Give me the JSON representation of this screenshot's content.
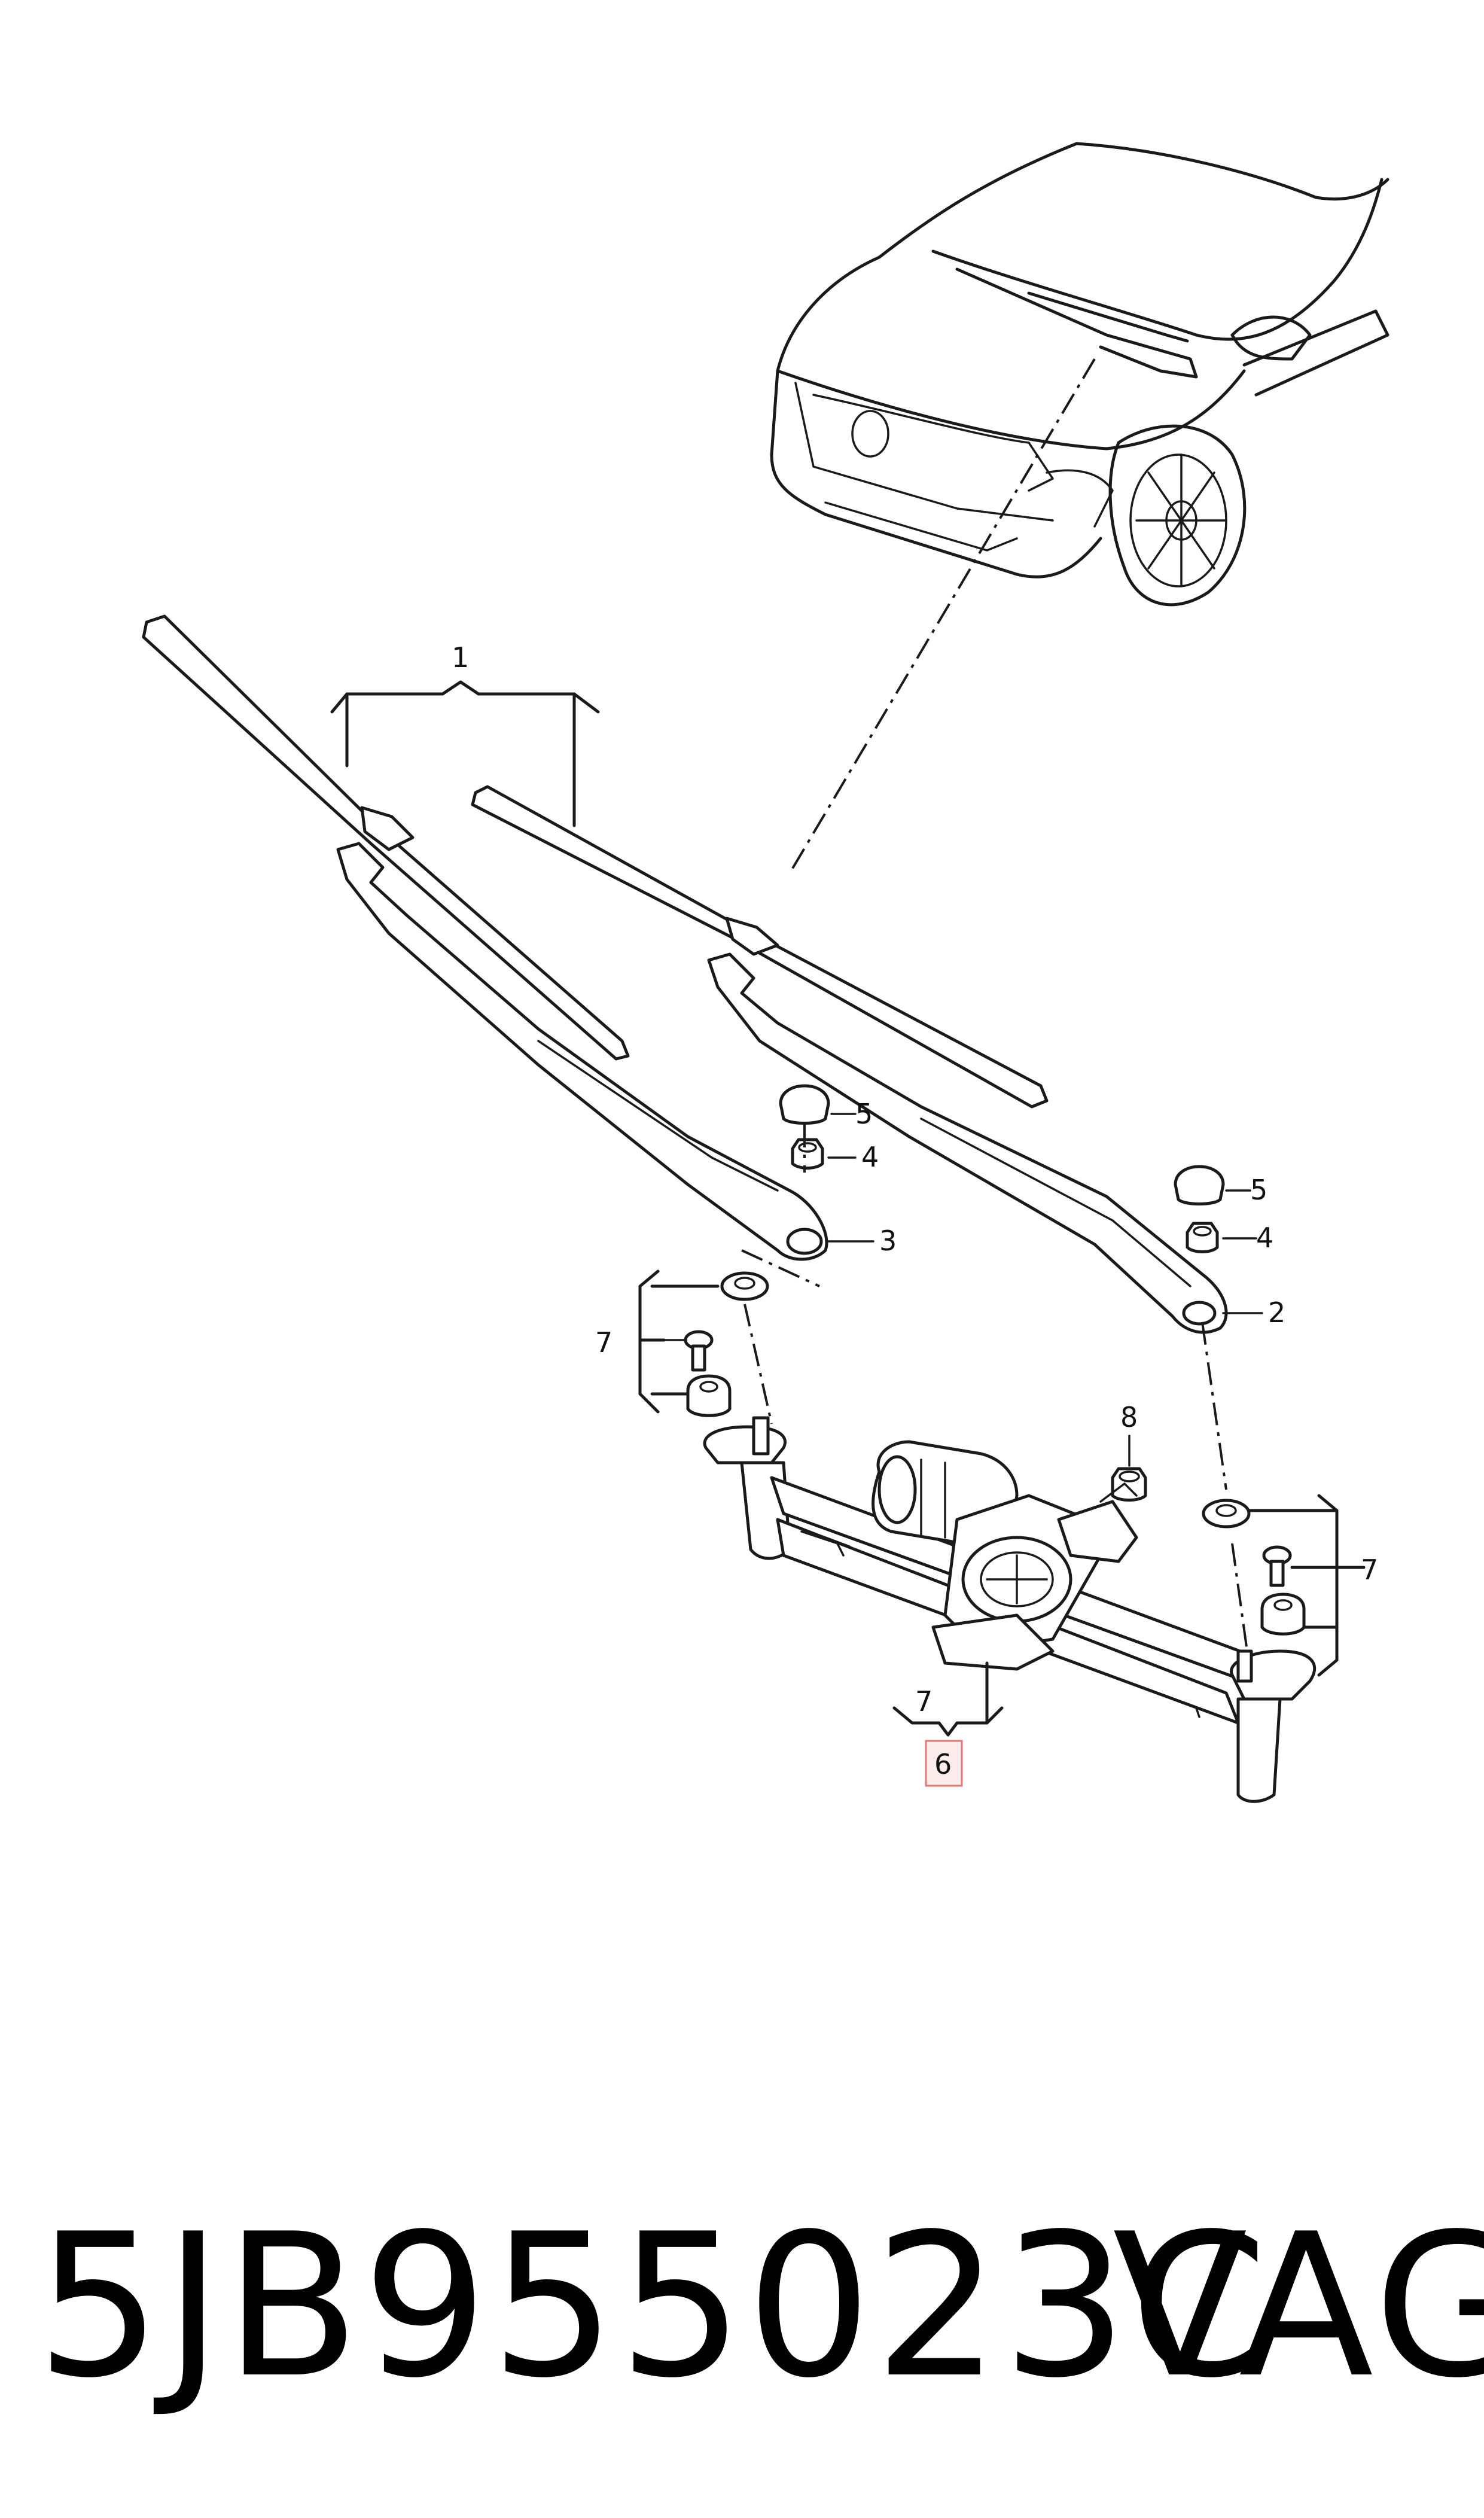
{
  "callouts": {
    "c1": "1",
    "c2": "2",
    "c3": "3",
    "c4a": "4",
    "c4b": "4",
    "c5a": "5",
    "c5b": "5",
    "c6": "6",
    "c7a": "7",
    "c7b": "7",
    "c7c": "7",
    "c8": "8"
  },
  "footer": {
    "part_number": "5JB955023C",
    "brand": "VAG"
  },
  "colors": {
    "line": "#1a1a1a",
    "highlight_fill": "#fdecec",
    "highlight_stroke": "#e07878"
  }
}
